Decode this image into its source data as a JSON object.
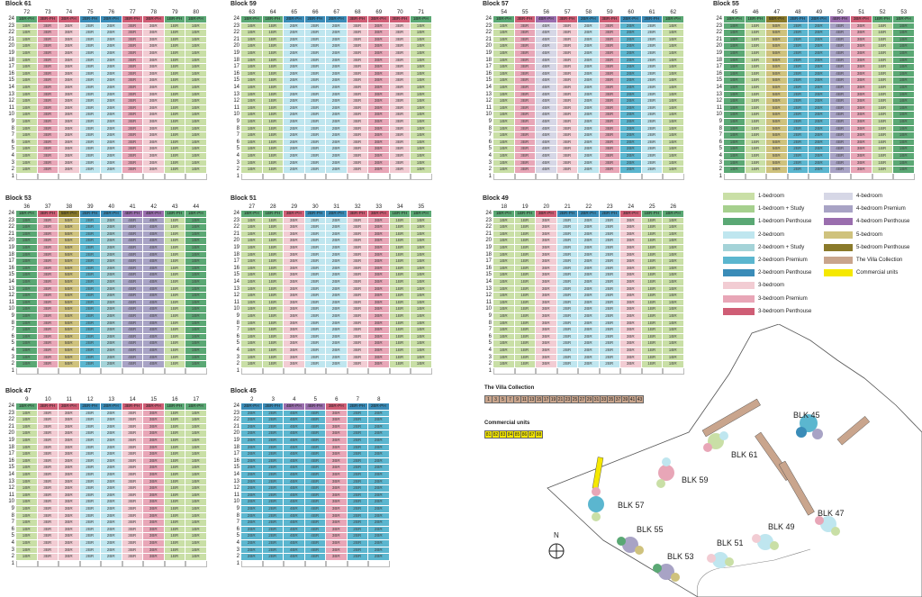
{
  "colors": {
    "1BR": "#c9dfa6",
    "1BRS": "#a6d08e",
    "1BRPH": "#5aa874",
    "2BR": "#bfe6ef",
    "2BRS": "#a4d3d8",
    "2BRP": "#5bb6cf",
    "2BRPH": "#3a8cb8",
    "3BR": "#f2ccd3",
    "3BRP": "#e8a6b7",
    "3BRPH": "#cf5d75",
    "4BR": "#d6d7e6",
    "4BRP": "#a8a3c5",
    "4BRPH": "#9a6eae",
    "5BR": "#cfc27d",
    "5BRPH": "#8a7a2a",
    "VILLA": "#c9a58d",
    "COMM": "#f5e800"
  },
  "legend": [
    {
      "label": "1-bedroom",
      "color": "#c9dfa6"
    },
    {
      "label": "1-bedroom + Study",
      "color": "#a6d08e"
    },
    {
      "label": "1-bedroom Penthouse",
      "color": "#5aa874"
    },
    {
      "label": "2-bedroom",
      "color": "#bfe6ef"
    },
    {
      "label": "2-bedroom + Study",
      "color": "#a4d3d8"
    },
    {
      "label": "2-bedroom Premium",
      "color": "#5bb6cf"
    },
    {
      "label": "2-bedroom Penthouse",
      "color": "#3a8cb8"
    },
    {
      "label": "3-bedroom",
      "color": "#f2ccd3"
    },
    {
      "label": "3-bedroom Premium",
      "color": "#e8a6b7"
    },
    {
      "label": "3-bedroom Penthouse",
      "color": "#cf5d75"
    },
    {
      "label": "4-bedroom",
      "color": "#d6d7e6"
    },
    {
      "label": "4-bedroom Premium",
      "color": "#a8a3c5"
    },
    {
      "label": "4-bedroom Penthouse",
      "color": "#9a6eae"
    },
    {
      "label": "5-bedroom",
      "color": "#cfc27d"
    },
    {
      "label": "5-bedroom Penthouse",
      "color": "#8a7a2a"
    },
    {
      "label": "The Villa Collection",
      "color": "#c9a58d"
    },
    {
      "label": "Commercial units",
      "color": "#f5e800"
    }
  ],
  "blocks": [
    {
      "title": "Block 61",
      "stacks": [
        "72",
        "73",
        "74",
        "75",
        "76",
        "77",
        "78",
        "79",
        "80"
      ],
      "types": [
        "1BR",
        "3BR",
        "3BR",
        "2BR",
        "2BR",
        "3BR",
        "3BR",
        "1BR",
        "1BR"
      ],
      "ph": [
        "1BRPH",
        "3BRPH",
        "3BRPH",
        "2BRPH",
        "2BRPH",
        "3BRPH",
        "3BRPH",
        "1BRPH",
        "1BRPH"
      ],
      "colors": [
        "1BR",
        "3BRP",
        "3BR",
        "2BR",
        "2BR",
        "3BRP",
        "3BR",
        "1BR",
        "1BR"
      ]
    },
    {
      "title": "Block 59",
      "stacks": [
        "63",
        "64",
        "65",
        "66",
        "67",
        "68",
        "69",
        "70",
        "71"
      ],
      "types": [
        "1BR",
        "1BR",
        "2BR",
        "2BR",
        "2BR",
        "3BR",
        "3BR",
        "3BR",
        "1BR"
      ],
      "ph": [
        "1BRPH",
        "1BRPH",
        "2BRPH",
        "2BRPH",
        "2BRPH",
        "3BRPH",
        "3BRPH",
        "3BRPH",
        "1BRPH"
      ],
      "colors": [
        "1BR",
        "1BR",
        "2BR",
        "2BR",
        "2BR",
        "3BR",
        "3BRP",
        "3BR",
        "1BR"
      ]
    },
    {
      "title": "Block 57",
      "stacks": [
        "54",
        "55",
        "56",
        "57",
        "58",
        "59",
        "60",
        "61",
        "62"
      ],
      "types": [
        "1BR",
        "3BR",
        "4BR",
        "3BR",
        "2BR",
        "3BR",
        "2BR",
        "2BR",
        "1BR"
      ],
      "ph": [
        "1BRPH",
        "3BRPH",
        "4BRPH",
        "3BRPH",
        "2BRPH",
        "3BRPH",
        "2BRPH",
        "2BRPH",
        "1BRPH"
      ],
      "colors": [
        "1BR",
        "3BRP",
        "4BR",
        "3BR",
        "2BR",
        "3BRP",
        "2BRP",
        "2BR",
        "1BR"
      ]
    },
    {
      "title": "Block 55",
      "stacks": [
        "45",
        "46",
        "47",
        "48",
        "49",
        "50",
        "51",
        "52",
        "53"
      ],
      "types": [
        "1BR",
        "1BR",
        "5BR",
        "2BR",
        "2BR",
        "4BR",
        "3BR",
        "1BR",
        "1BR"
      ],
      "ph": [
        "1BRPH",
        "1BRPH",
        "5BRPH",
        "2BRPH",
        "2BRPH",
        "4BRPH",
        "3BRPH",
        "1BRPH",
        "1BRPH"
      ],
      "colors": [
        "1BRPH",
        "1BR",
        "5BR",
        "2BRP",
        "2BRP",
        "4BRP",
        "3BRP",
        "1BR",
        "1BRPH"
      ]
    },
    {
      "title": "Block 53",
      "stacks": [
        "36",
        "37",
        "38",
        "39",
        "40",
        "41",
        "42",
        "43",
        "44"
      ],
      "types": [
        "1BR",
        "3BR",
        "5BR",
        "2BR",
        "2BR",
        "4BR",
        "4BR",
        "1BR",
        "1BR"
      ],
      "ph": [
        "1BRPH",
        "3BRPH",
        "5BRPH",
        "2BRPH",
        "2BRPH",
        "4BRPH",
        "4BRPH",
        "1BRPH",
        "1BRPH"
      ],
      "colors": [
        "1BRPH",
        "3BRP",
        "5BR",
        "2BRP",
        "2BRS",
        "4BRP",
        "4BRP",
        "1BR",
        "1BRPH"
      ]
    },
    {
      "title": "Block 51",
      "stacks": [
        "27",
        "28",
        "29",
        "30",
        "31",
        "32",
        "33",
        "34",
        "35"
      ],
      "types": [
        "1BR",
        "1BR",
        "3BR",
        "2BR",
        "2BR",
        "3BR",
        "3BR",
        "1BR",
        "1BR"
      ],
      "ph": [
        "1BRPH",
        "1BRPH",
        "3BRPH",
        "2BRPH",
        "2BRPH",
        "3BRPH",
        "3BRPH",
        "1BRPH",
        "1BRPH"
      ],
      "colors": [
        "1BR",
        "1BR",
        "3BR",
        "2BR",
        "2BR",
        "3BR",
        "3BRP",
        "1BR",
        "1BR"
      ]
    },
    {
      "title": "Block 49",
      "stacks": [
        "18",
        "19",
        "20",
        "21",
        "22",
        "23",
        "24",
        "25",
        "26"
      ],
      "types": [
        "1BR",
        "1BR",
        "3BR",
        "2BR",
        "2BR",
        "2BR",
        "3BR",
        "1BR",
        "1BR"
      ],
      "ph": [
        "1BRPH",
        "1BRPH",
        "3BRPH",
        "2BRPH",
        "2BRPH",
        "2BRPH",
        "3BRPH",
        "1BRPH",
        "1BRPH"
      ],
      "colors": [
        "1BR",
        "1BR",
        "3BR",
        "2BR",
        "2BR",
        "2BR",
        "3BR",
        "1BR",
        "1BR"
      ]
    },
    {
      "title": "Block 47",
      "stacks": [
        "9",
        "10",
        "11",
        "12",
        "13",
        "14",
        "15",
        "16",
        "17"
      ],
      "types": [
        "1BR",
        "3BR",
        "3BR",
        "2BR",
        "2BR",
        "3BR",
        "3BR",
        "1BR",
        "1BR"
      ],
      "ph": [
        "1BRPH",
        "3BRPH",
        "3BRPH",
        "2BRPH",
        "2BRPH",
        "3BRPH",
        "3BRPH",
        "1BRPH",
        "1BRPH"
      ],
      "colors": [
        "1BR",
        "3BR",
        "3BR",
        "2BR",
        "2BR",
        "3BR",
        "3BRP",
        "1BR",
        "1BR"
      ]
    },
    {
      "title": "Block 45",
      "stacks": [
        "2",
        "3",
        "4",
        "5",
        "6",
        "7",
        "8"
      ],
      "types": [
        "2BR",
        "2BR",
        "4BR",
        "4BR",
        "3BR",
        "2BR",
        "2BR"
      ],
      "ph": [
        "2BRPH",
        "2BRPH",
        "4BRPH",
        "4BRPH",
        "3BRPH",
        "2BRPH",
        "2BRPH"
      ],
      "colors": [
        "2BRP",
        "2BRP",
        "2BRP",
        "2BRP",
        "3BRP",
        "2BRP",
        "2BRP"
      ]
    }
  ],
  "floors": [
    "24",
    "23",
    "22",
    "21",
    "20",
    "19",
    "18",
    "17",
    "16",
    "15",
    "14",
    "13",
    "12",
    "11",
    "10",
    "9",
    "8",
    "7",
    "6",
    "5",
    "4",
    "3",
    "2",
    "1"
  ],
  "villa": {
    "title": "The Villa Collection",
    "units": [
      "1",
      "3",
      "5",
      "7",
      "9",
      "11",
      "13",
      "15",
      "17",
      "19",
      "21",
      "23",
      "25",
      "27",
      "29",
      "31",
      "33",
      "35",
      "37",
      "39",
      "41",
      "43"
    ]
  },
  "commercial": {
    "title": "Commercial units",
    "units": [
      "81",
      "82",
      "83",
      "84",
      "85",
      "86",
      "87",
      "88"
    ]
  },
  "map": {
    "labels": [
      "BLK 45",
      "BLK 61",
      "BLK 59",
      "BLK 57",
      "BLK 55",
      "BLK 53",
      "BLK 51",
      "BLK 49",
      "BLK 47"
    ],
    "north": "N"
  }
}
